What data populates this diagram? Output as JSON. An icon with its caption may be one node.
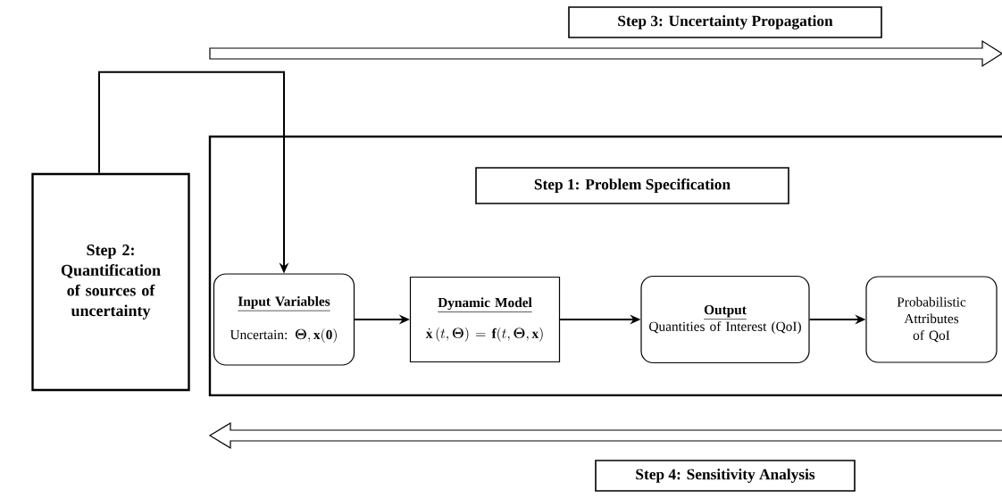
{
  "diagram": {
    "nodes": [
      {
        "text": [
          "Step 3: Uncertainty Propagation"
        ]
      },
      {
        "text": [],
        "shape": "box"
      },
      {
        "text": [
          "Step 1: Problem Specification"
        ],
        "in": 1
      },
      {
        "text": [
          "Input Variables",
          "Uncertain:",
          "\\boldsymbol{\\Theta},\\mathbf{x}(\\mathbf{0})"
        ],
        "in": 1
      },
      {
        "text": [
          "Dynamic Model",
          "\\dot{\\mathbf{x}}\\,(t,\\boldsymbol{\\Theta})=\\mathbf{f}(t,\\boldsymbol{\\Theta},\\mathbf{x})"
        ],
        "in": 1
      },
      {
        "text": [
          "Output",
          "Quantities of Interest (QoI)"
        ],
        "in": 1
      },
      {
        "text": [
          "Probabilistic Attributes of QoI"
        ],
        "in": 1
      },
      {
        "text": [
          "Step 2: Quantification of sources of uncertainty"
        ]
      },
      {
        "text": [
          "Step 4: Sensitivity Analysis"
        ]
      }
    ],
    "edges": [
      {
        "from": 7,
        "to": 3,
        "arrow": "to"
      },
      {
        "from": 3,
        "to": 4,
        "arrow": "to"
      },
      {
        "from": 4,
        "to": 5,
        "arrow": "to"
      },
      {
        "from": 5,
        "to": 6,
        "arrow": "to"
      }
    ]
  }
}
